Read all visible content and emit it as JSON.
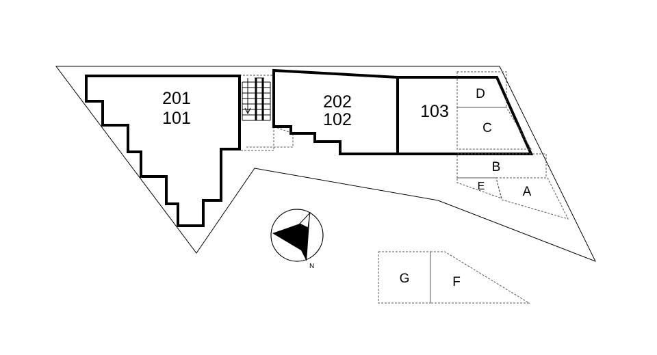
{
  "units": {
    "left": {
      "upper": "201",
      "lower": "101"
    },
    "middle": {
      "upper": "202",
      "lower": "102"
    },
    "right": "103"
  },
  "parking": {
    "a": "A",
    "b": "B",
    "c": "C",
    "d": "D",
    "e": "E",
    "f": "F",
    "g": "G"
  },
  "compass": {
    "north": "N"
  }
}
